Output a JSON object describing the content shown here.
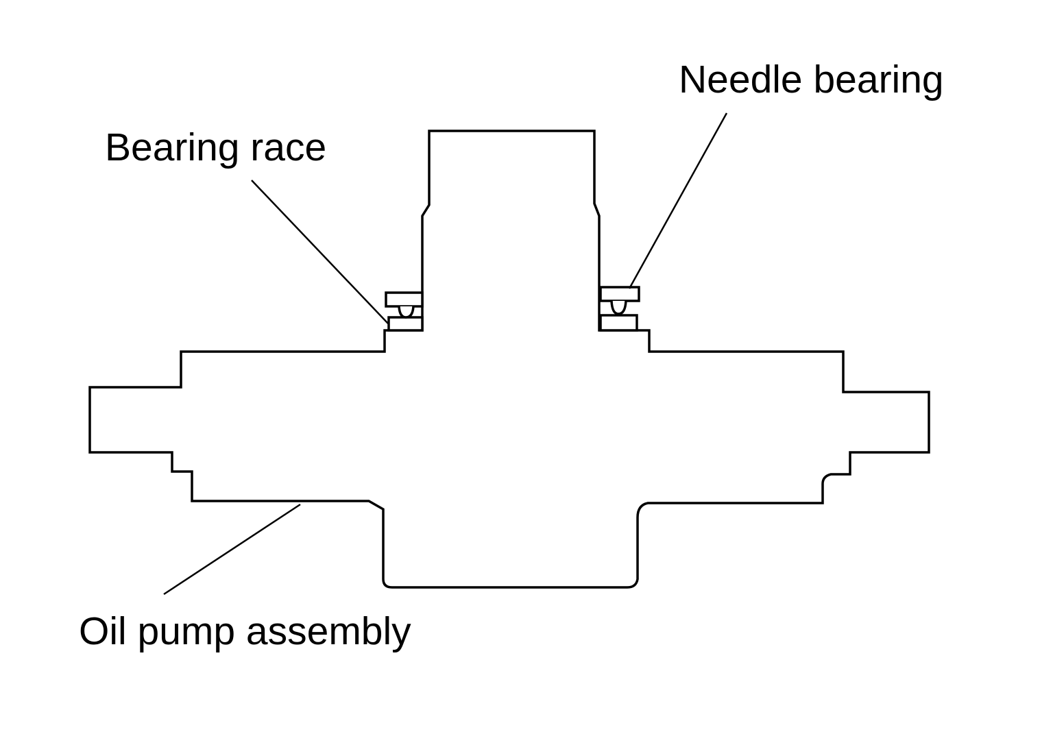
{
  "labels": {
    "needle_bearing": "Needle bearing",
    "bearing_race": "Bearing race",
    "oil_pump_assembly": "Oil pump assembly"
  },
  "colors": {
    "line": "#000000",
    "background": "#ffffff"
  }
}
